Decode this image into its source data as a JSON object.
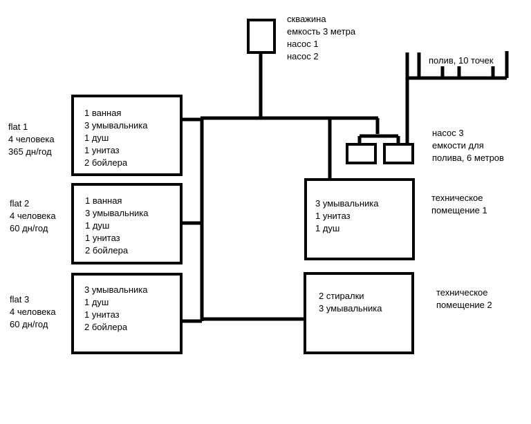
{
  "well": {
    "lines": [
      "скважина",
      "емкость 3 метра",
      "насос 1",
      "насос 2"
    ]
  },
  "irrigation": {
    "label": "полив, 10 точек"
  },
  "pump3": {
    "lines": [
      "насос 3",
      "емкости для",
      "полива, 6 метров"
    ]
  },
  "flats": [
    {
      "name_lines": [
        "flat 1",
        "4 человека",
        "365 дн/год"
      ],
      "fixtures": [
        "1 ванная",
        "3 умывальника",
        "1 душ",
        "1 унитаз",
        "2 бойлера"
      ]
    },
    {
      "name_lines": [
        "flat 2",
        "4 человека",
        "60 дн/год"
      ],
      "fixtures": [
        "1 ванная",
        "3 умывальника",
        "1 душ",
        "1 унитаз",
        "2 бойлера"
      ]
    },
    {
      "name_lines": [
        "flat 3",
        "4 человека",
        "60 дн/год"
      ],
      "fixtures": [
        "3 умывальника",
        "1 душ",
        "1 унитаз",
        "2 бойлера"
      ]
    }
  ],
  "tech_rooms": [
    {
      "name_lines": [
        "техническое",
        "помещение 1"
      ],
      "fixtures": [
        "3 умывальника",
        "1 унитаз",
        "1 душ"
      ]
    },
    {
      "name_lines": [
        "техническое",
        "помещение 2"
      ],
      "fixtures": [
        "2 стиралки",
        "3 умывальника"
      ]
    }
  ]
}
